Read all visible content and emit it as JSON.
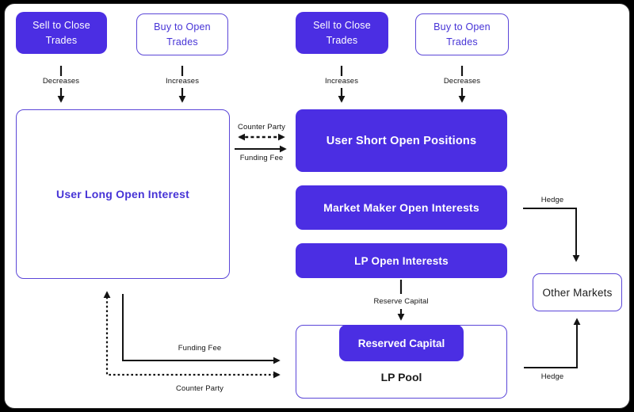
{
  "colors": {
    "frame": "#000000",
    "canvas": "#ffffff",
    "accent": "#4b2ee3",
    "border": "#5b46d8",
    "purple": "#4633d6",
    "label": "#141414",
    "arrow": "#141414"
  },
  "boxes": {
    "sell_to_close_left": "Sell to Close Trades",
    "buy_to_open_left": "Buy to Open Trades",
    "sell_to_close_right": "Sell to Close Trades",
    "buy_to_open_right": "Buy to Open Trades",
    "user_long": "User Long Open Interest",
    "user_short": "User Short Open Positions",
    "market_maker": "Market Maker Open Interests",
    "lp_open": "LP Open Interests",
    "other_markets": "Other Markets",
    "reserved_capital": "Reserved Capital",
    "lp_pool": "LP Pool"
  },
  "edge_labels": {
    "decreases_left": "Decreases",
    "increases_left": "Increases",
    "increases_right": "Increases",
    "decreases_right": "Decreases",
    "counter_party_mid": "Counter Party",
    "funding_fee_mid": "Funding Fee",
    "hedge_top": "Hedge",
    "reserve_capital": "Reserve Capital",
    "funding_fee_bottom": "Funding Fee",
    "counter_party_bottom": "Counter Party",
    "hedge_bottom": "Hedge"
  }
}
